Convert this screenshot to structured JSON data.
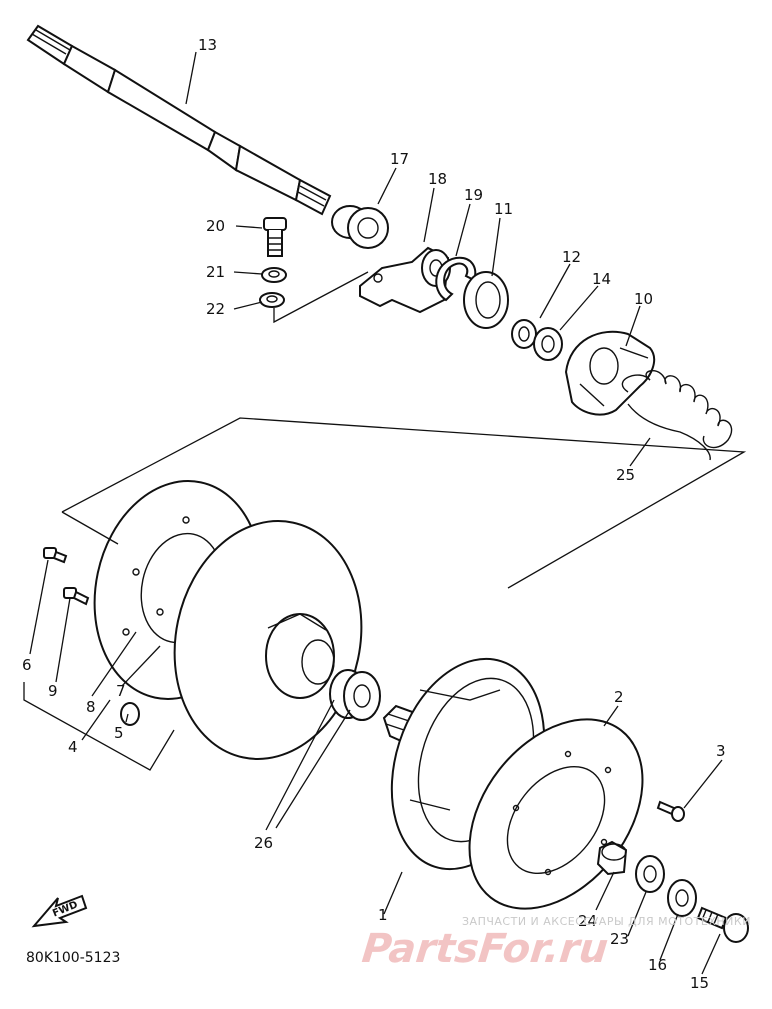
{
  "callouts": [
    {
      "id": "c13",
      "text": "13"
    },
    {
      "id": "c17",
      "text": "17"
    },
    {
      "id": "c18",
      "text": "18"
    },
    {
      "id": "c19",
      "text": "19"
    },
    {
      "id": "c11",
      "text": "11"
    },
    {
      "id": "c20",
      "text": "20"
    },
    {
      "id": "c21",
      "text": "21"
    },
    {
      "id": "c22",
      "text": "22"
    },
    {
      "id": "c12",
      "text": "12"
    },
    {
      "id": "c14",
      "text": "14"
    },
    {
      "id": "c10",
      "text": "10"
    },
    {
      "id": "c25",
      "text": "25"
    },
    {
      "id": "c6",
      "text": "6"
    },
    {
      "id": "c9",
      "text": "9"
    },
    {
      "id": "c8",
      "text": "8"
    },
    {
      "id": "c7",
      "text": "7"
    },
    {
      "id": "c5",
      "text": "5"
    },
    {
      "id": "c4",
      "text": "4"
    },
    {
      "id": "c2",
      "text": "2"
    },
    {
      "id": "c3",
      "text": "3"
    },
    {
      "id": "c26",
      "text": "26"
    },
    {
      "id": "c1",
      "text": "1"
    },
    {
      "id": "c24",
      "text": "24"
    },
    {
      "id": "c23",
      "text": "23"
    },
    {
      "id": "c16",
      "text": "16"
    },
    {
      "id": "c15",
      "text": "15"
    }
  ],
  "diagram_code": "80K100-5123",
  "fwd_label": "FWD",
  "watermark": {
    "small": "ЗАПЧАСТИ И АКСЕССУАРЫ ДЛЯ МОТОТЕХНИКИ",
    "big": "PartsFor.ru"
  },
  "colors": {
    "line": "#111111",
    "background": "#ffffff",
    "watermark": "#f2c4c4"
  }
}
